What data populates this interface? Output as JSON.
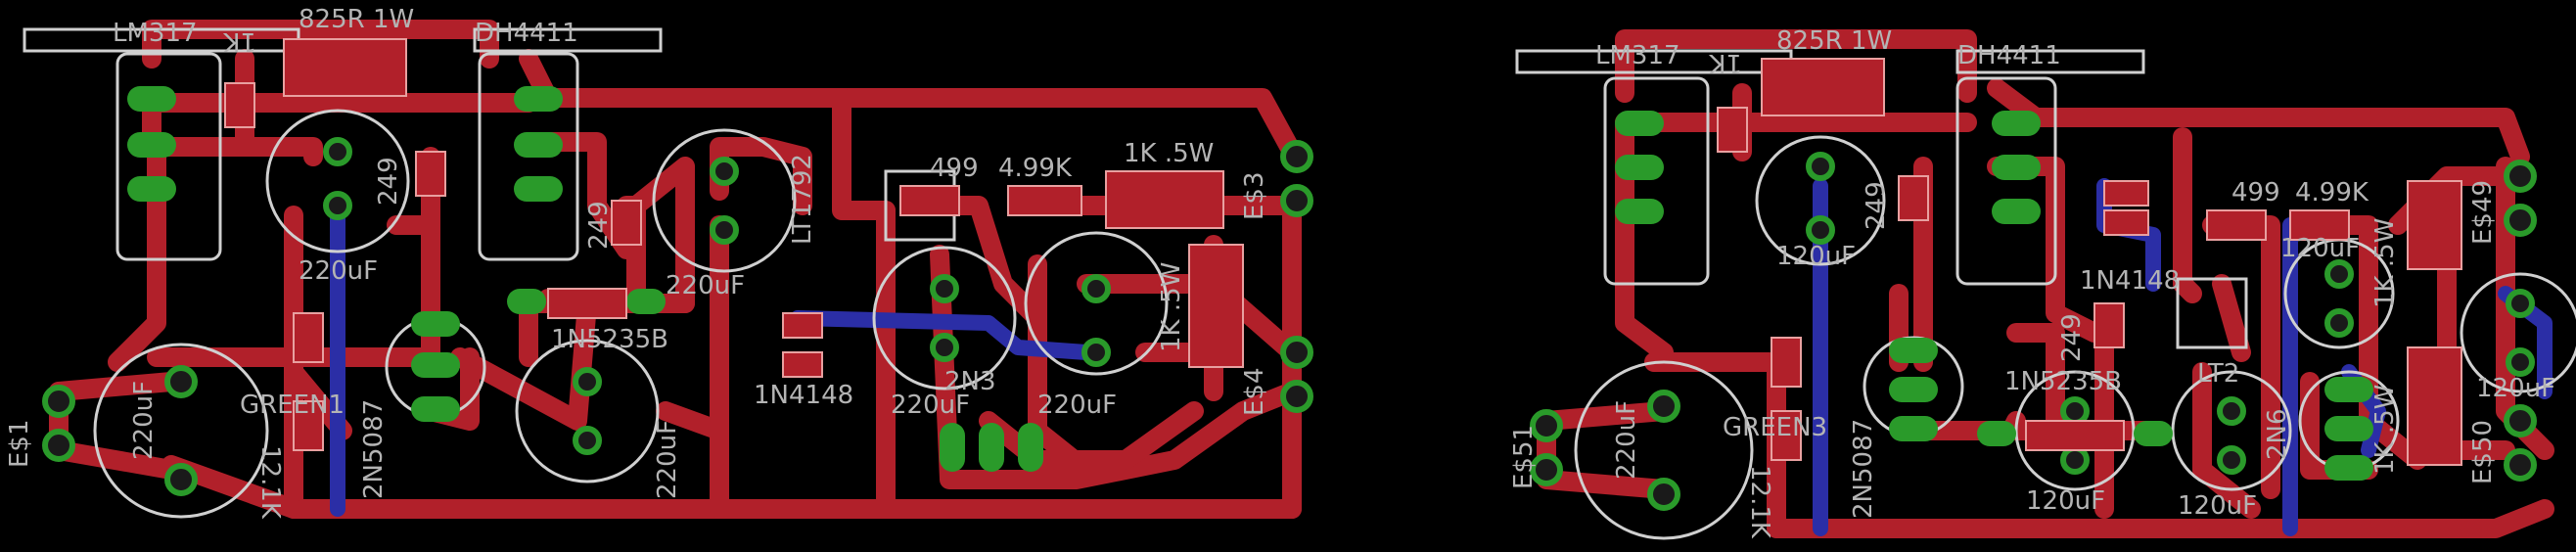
{
  "colors": {
    "background": "#000000",
    "top_copper": "#b1202a",
    "bottom_copper": "#2b2ea6",
    "pads": "#2a9a2a",
    "silkscreen": "#d0d0d0"
  },
  "boards": [
    {
      "labels": {
        "lm317": "LM317",
        "r825": "825R 1W",
        "dh4411": "DH4411",
        "r1k_top": "1K",
        "r249_a": "249",
        "r249_b": "249",
        "c220_top": "220uF",
        "c220_mid": "220uF",
        "c220_left": "220uF",
        "c220_bottom": "220uF",
        "c220_right_a": "220uF",
        "c220_right_b": "220uF",
        "lt1792": "LT1792",
        "r499": "499",
        "r499k": "4.99K",
        "r1k5w_a": "1K .5W",
        "r1k5w_b": "1K .5W",
        "d1n5235b": "1N5235B",
        "d1n4148": "1N4148",
        "green": "GREEN1",
        "n5087": "2N5087",
        "r12k": "12.1K",
        "q2n3": "2N3",
        "es1": "E$1",
        "es3": "E$3",
        "es4": "E$4"
      }
    },
    {
      "labels": {
        "lm317": "LM317",
        "r825": "825R 1W",
        "dh4411": "DH4411",
        "r1k_top": "1K",
        "r249_a": "249",
        "r249_b": "249",
        "c120_top": "120uF",
        "c120_mid": "120uF",
        "c120_bottom_a": "120uF",
        "c120_bottom_b": "120uF",
        "c120_right": "120uF",
        "c220_left": "220uF",
        "lt2": "LT2",
        "r499": "499",
        "r499k": "4.99K",
        "r1k5w_a": "1K .5W",
        "r1k5w_b": "1K .5W",
        "d1n5235b": "1N5235B",
        "d1n4148": "1N4148",
        "green": "GREEN3",
        "n5087": "2N5087",
        "r12k": "12.1K",
        "q2n6": "2N6",
        "es51": "E$51",
        "es49": "E$49",
        "es50": "E$50"
      }
    }
  ]
}
